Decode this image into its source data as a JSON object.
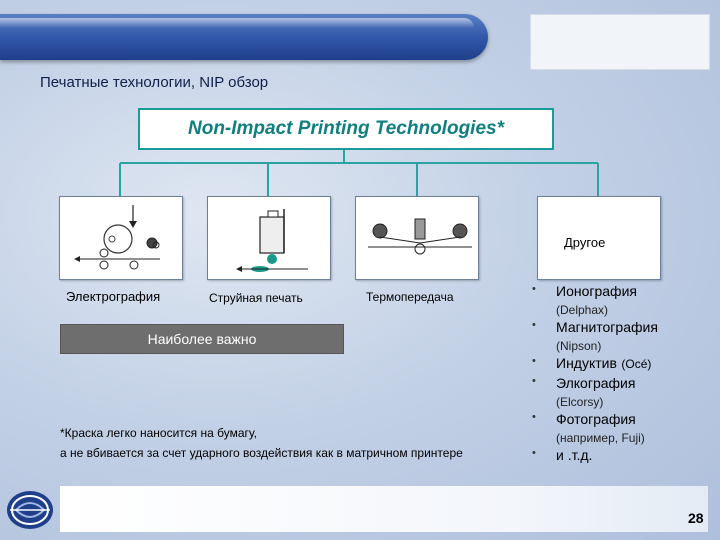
{
  "page_title": "Печатные технологии, NIP обзор",
  "main_node": "Non-Impact Printing Technologies*",
  "categories": [
    {
      "label": "Электрография"
    },
    {
      "label": "Струйная печать"
    },
    {
      "label": "Термопередача"
    },
    {
      "label": "Другое"
    }
  ],
  "important_label": "Наиболее важно",
  "other_items": [
    {
      "name": "Ионография",
      "detail": "(Delphax)"
    },
    {
      "name": "Магнитография",
      "detail": "(Nipson)"
    },
    {
      "name": "Индуктив",
      "detail": "(Océ)"
    },
    {
      "name": "Элкография",
      "detail": "(Elcorsy)"
    },
    {
      "name": "Фотография",
      "detail": "(например, Fuji)"
    },
    {
      "name": "и .т.д.",
      "detail": ""
    }
  ],
  "bullet_symbol": "•",
  "note_line1": "*Краска легко наносится на бумагу,",
  "note_line2": "а не вбивается за счет ударного воздействия как в матричном принтере",
  "page_number": "28",
  "colors": {
    "accent": "#1c9a9a",
    "header": "#2f56a8",
    "connector": "#2aa3a3",
    "important_bg": "#6e6e6e"
  }
}
